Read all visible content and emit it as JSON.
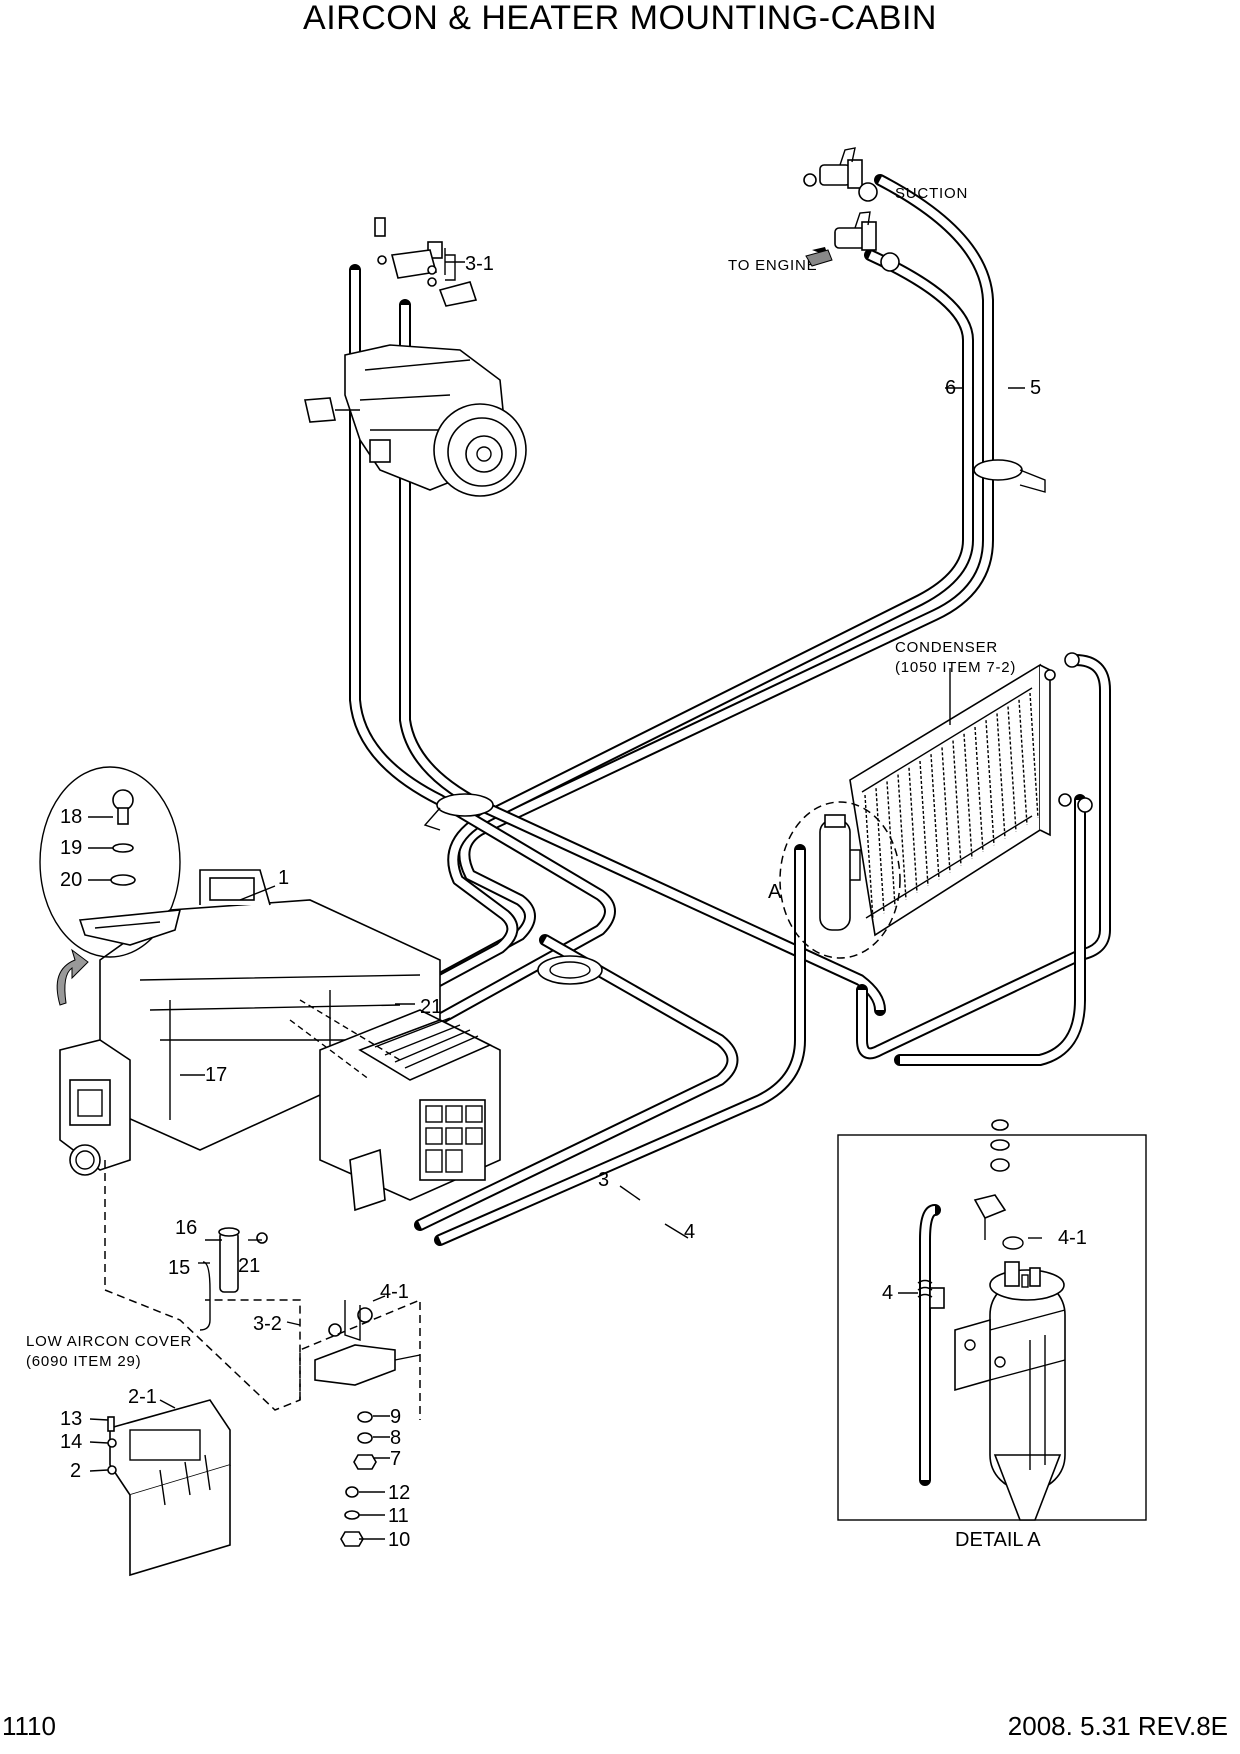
{
  "title": "AIRCON & HEATER MOUNTING-CABIN",
  "page_number": "1110",
  "revision": "2008. 5.31  REV.8E",
  "notes": {
    "to_engine": "TO ENGINE",
    "condenser_line1": "CONDENSER",
    "condenser_line2": "(1050 ITEM 7-2)",
    "low_cover_line1": "LOW AIRCON COVER",
    "low_cover_line2": "(6090 ITEM 29)",
    "detail_title": "DETAIL A",
    "detail_marker": "A"
  },
  "callouts": {
    "c1": "1",
    "c2": "2",
    "c2_1": "2-1",
    "c3": "3",
    "c3_1": "3-1",
    "c3_2": "3-2",
    "c4": "4",
    "c4_1": "4-1",
    "c5": "5",
    "c6": "6",
    "c7": "7",
    "c8": "8",
    "c9": "9",
    "c10": "10",
    "c11": "11",
    "c12": "12",
    "c13": "13",
    "c14": "14",
    "c15": "15",
    "c16": "16",
    "c17": "17",
    "c18": "18",
    "c19": "19",
    "c20": "20",
    "c21a": "21",
    "c21b": "21",
    "detail_c4": "4",
    "detail_c4_1": "4-1"
  }
}
